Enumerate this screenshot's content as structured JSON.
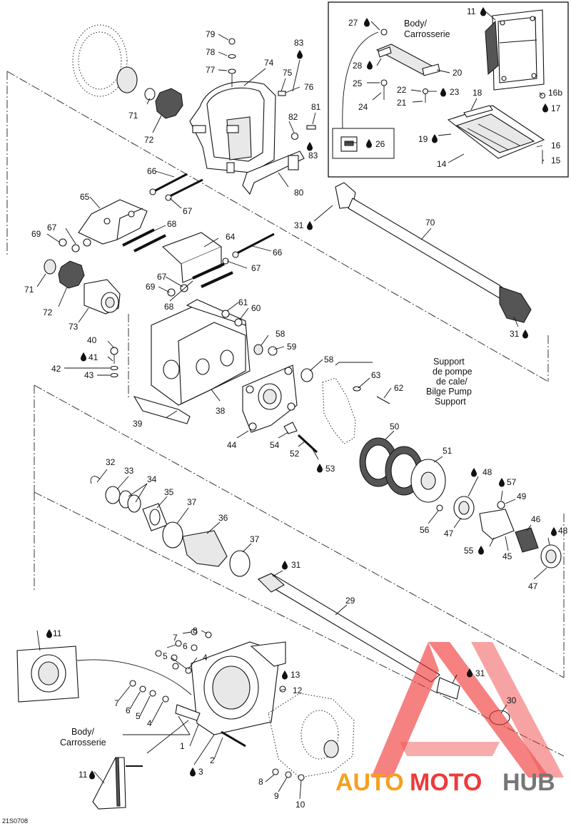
{
  "drawing_code": "21S0708",
  "texts": {
    "body_top": "Body/",
    "carrosserie_top": "Carrosserie",
    "body_bottom": "Body/",
    "carrosserie_bottom": "Carrosserie",
    "support_1": "Support",
    "support_2": "de pompe",
    "support_3": "de cale/",
    "support_4": "Bilge Pump",
    "support_5": "Support"
  },
  "watermark": {
    "part1": "AUTO",
    "part2": "MOTO",
    "part3": "HUB",
    "colors": {
      "auto": "#f5a020",
      "moto": "#ef3a3a",
      "hub": "#777777"
    }
  },
  "callouts": {
    "c79": "79",
    "c78": "78",
    "c77": "77",
    "c74": "74",
    "c75": "75",
    "c83a": "83",
    "c76": "76",
    "c71a": "71",
    "c72a": "72",
    "c82": "82",
    "c81": "81",
    "c83b": "83",
    "c80": "80",
    "c66a": "66",
    "c65": "65",
    "c67a": "67",
    "c68a": "68",
    "c67b": "67",
    "c69a": "69",
    "c64": "64",
    "c66b": "66",
    "c67c": "67",
    "c71b": "71",
    "c72b": "72",
    "c73": "73",
    "c67d": "67",
    "c69b": "69",
    "c68b": "68",
    "c61": "61",
    "c60": "60",
    "c40": "40",
    "c41": "41",
    "c42": "42",
    "c43": "43",
    "c58a": "58",
    "c59": "59",
    "c58b": "58",
    "c63": "63",
    "c62": "62",
    "c38": "38",
    "c39": "39",
    "c44": "44",
    "c54": "54",
    "c52": "52",
    "c53": "53",
    "c50": "50",
    "c51": "51",
    "c27": "27",
    "c11a": "11",
    "c28": "28",
    "c20": "20",
    "c25": "25",
    "c22": "22",
    "c23": "23",
    "c24": "24",
    "c21": "21",
    "c18": "18",
    "c16b": "16b",
    "c17": "17",
    "c19": "19",
    "c16": "16",
    "c14": "14",
    "c15": "15",
    "c26": "26",
    "c31a": "31",
    "c70": "70",
    "c31b": "31",
    "c32": "32",
    "c33": "33",
    "c34": "34",
    "c35": "35",
    "c37a": "37",
    "c36": "36",
    "c37b": "37",
    "c48a": "48",
    "c57": "57",
    "c49": "49",
    "c56": "56",
    "c47a": "47",
    "c46": "46",
    "c48b": "48",
    "c55": "55",
    "c45": "45",
    "c47b": "47",
    "c31c": "31",
    "c29": "29",
    "c11b": "11",
    "c7a": "7",
    "c8a": "8",
    "c6a": "6",
    "c5a": "5",
    "c4a": "4",
    "c13": "13",
    "c12": "12",
    "c31d": "31",
    "c30": "30",
    "c7b": "7",
    "c6b": "6",
    "c5b": "5",
    "c4b": "4",
    "c1": "1",
    "c3": "3",
    "c2": "2",
    "c8b": "8",
    "c9": "9",
    "c10": "10",
    "c11c": "11"
  }
}
